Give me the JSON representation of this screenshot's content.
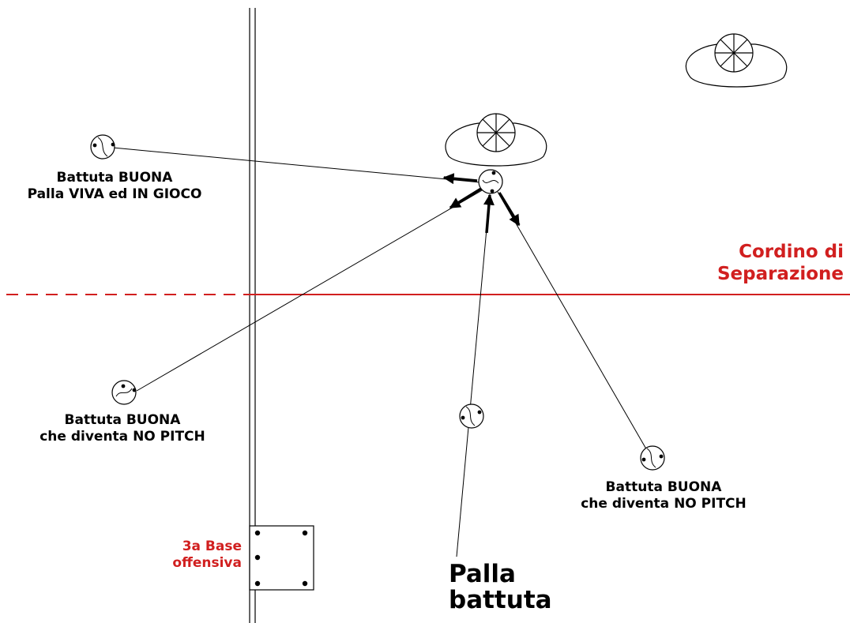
{
  "colors": {
    "line": "#000000",
    "separation_line": "#d11f1f",
    "red_text": "#d11f1f",
    "background": "#ffffff"
  },
  "labels": {
    "good_live": {
      "line1": "Battuta BUONA",
      "line2": "Palla VIVA ed IN GIOCO"
    },
    "no_pitch_left": {
      "line1": "Battuta BUONA",
      "line2": "che diventa NO PITCH"
    },
    "no_pitch_right": {
      "line1": "Battuta BUONA",
      "line2": "che diventa NO PITCH"
    },
    "separation_cord": {
      "line1": "Cordino di",
      "line2": "Separazione"
    },
    "third_base": {
      "line1": "3a Base",
      "line2": "offensiva"
    },
    "batted_ball": {
      "line1": "Palla",
      "line2": "battuta"
    }
  }
}
